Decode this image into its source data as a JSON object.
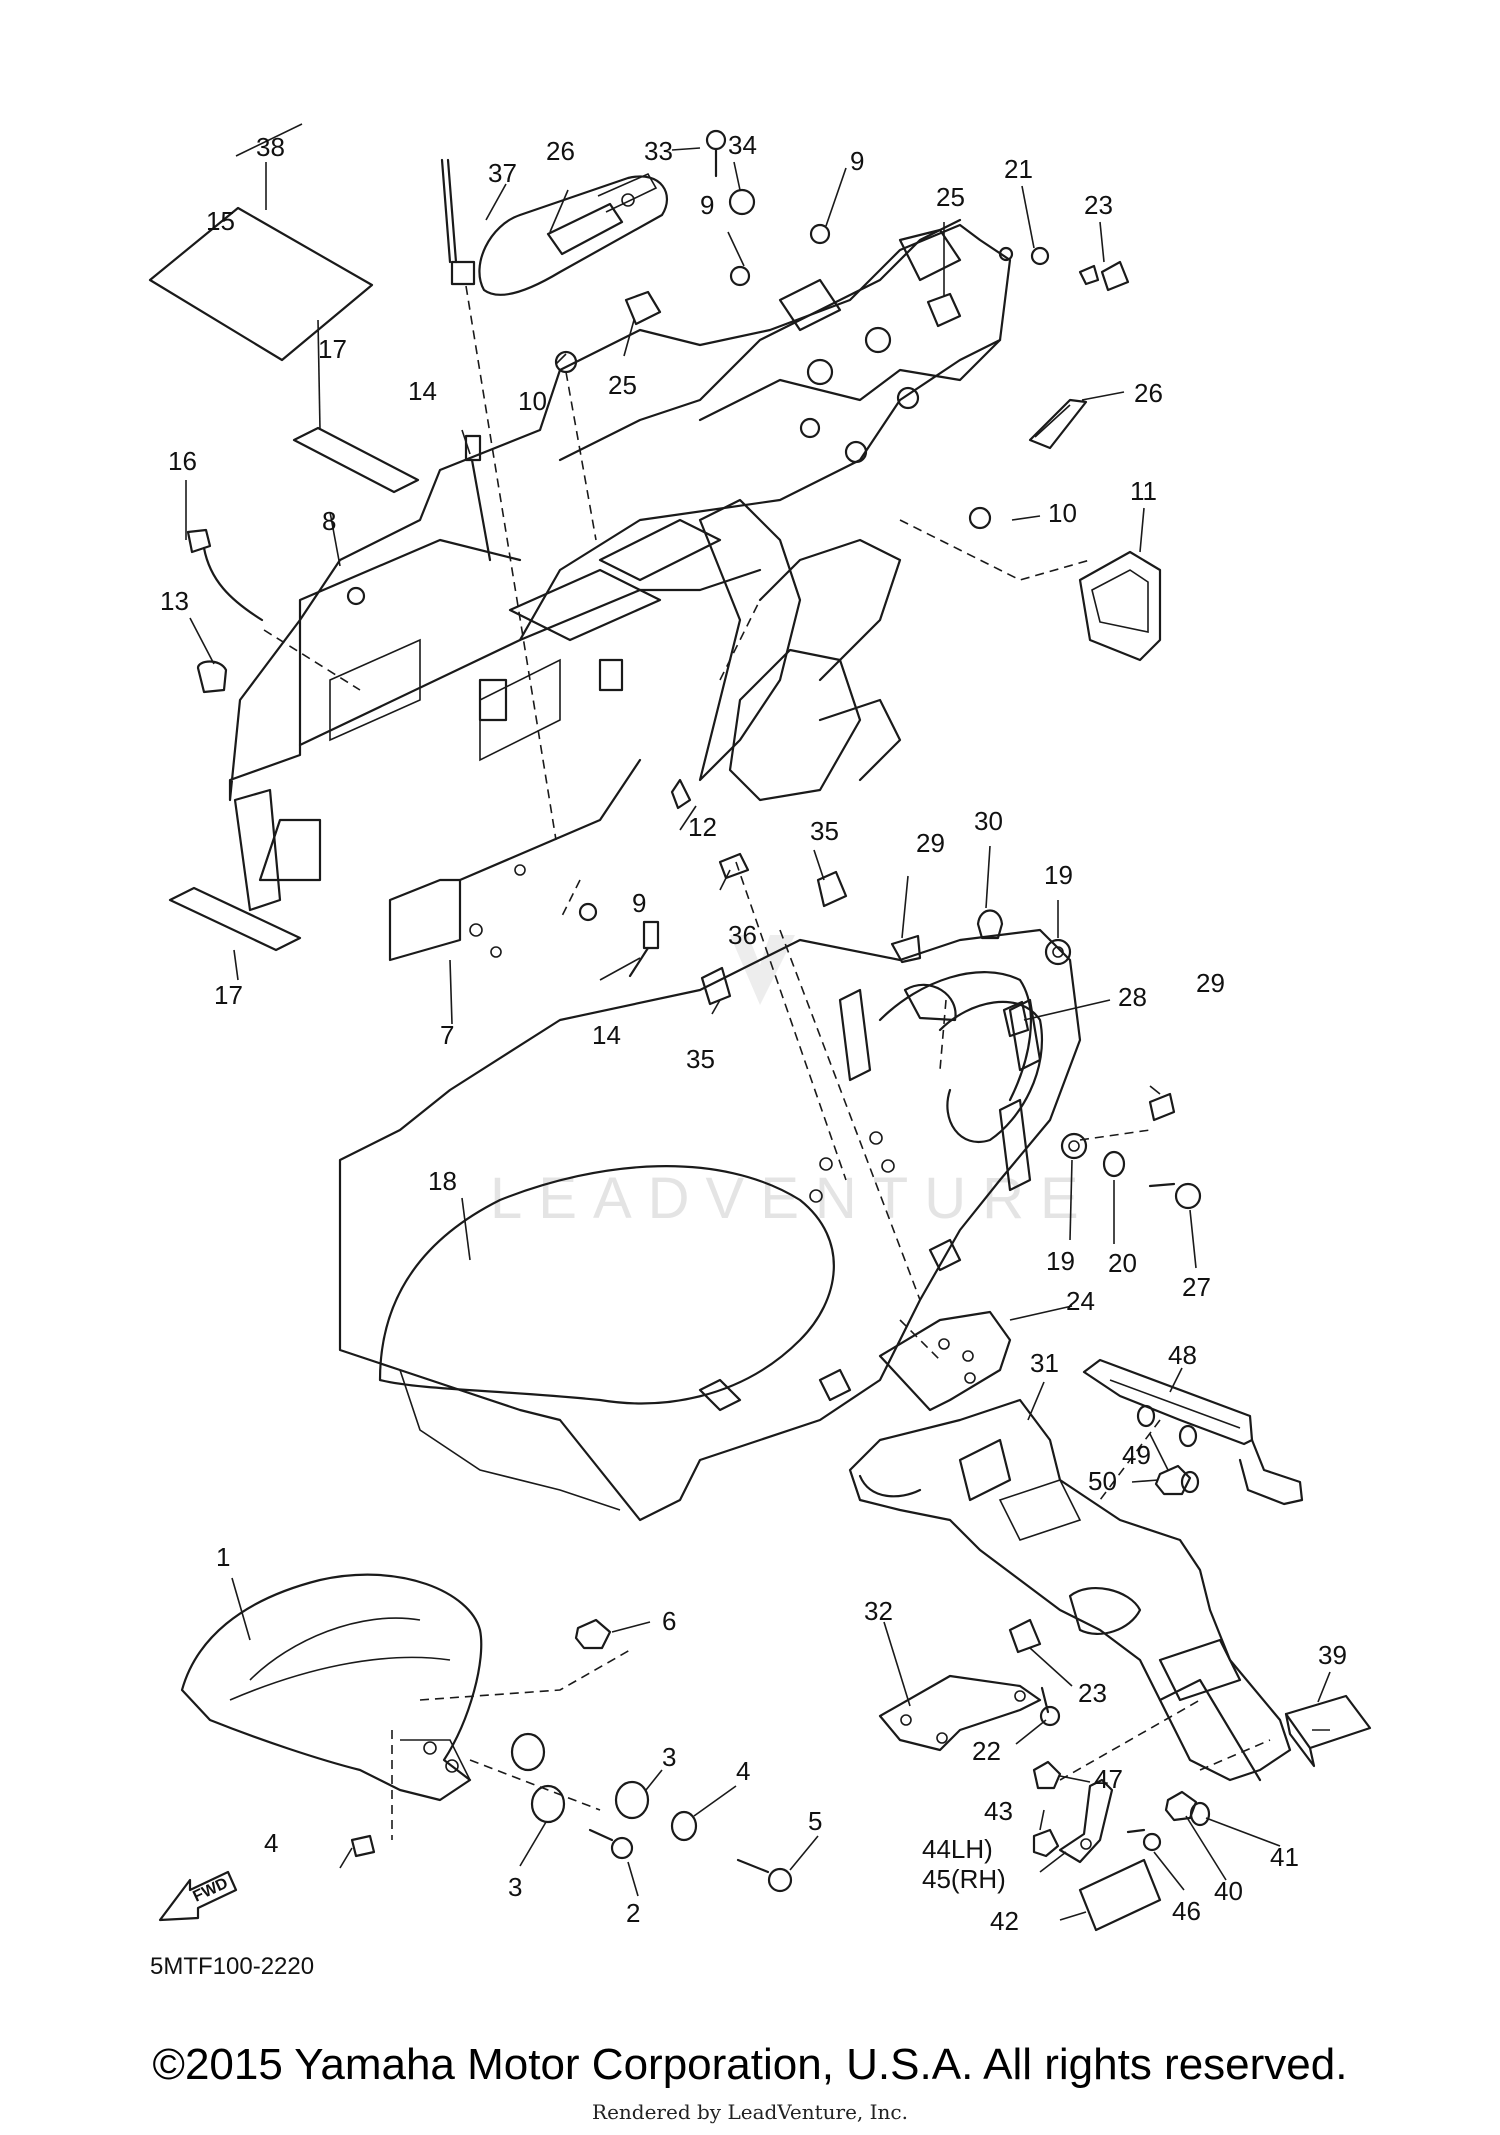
{
  "diagram": {
    "drawing_code": "5MTF100-2220",
    "watermark": "LEADVENTURE",
    "fwd_label": "FWD",
    "callouts": [
      "1",
      "2",
      "3",
      "3",
      "3",
      "4",
      "4",
      "5",
      "6",
      "7",
      "8",
      "9",
      "9",
      "9",
      "9",
      "10",
      "10",
      "11",
      "12",
      "13",
      "14",
      "14",
      "15",
      "16",
      "17",
      "17",
      "18",
      "19",
      "19",
      "20",
      "21",
      "22",
      "23",
      "23",
      "24",
      "25",
      "25",
      "26",
      "26",
      "27",
      "28",
      "29",
      "29",
      "30",
      "31",
      "32",
      "33",
      "34",
      "35",
      "35",
      "36",
      "37",
      "38",
      "39",
      "40",
      "41",
      "42",
      "43",
      "44LH)",
      "45(RH)",
      "46",
      "47",
      "48",
      "49",
      "50"
    ]
  },
  "footer": {
    "copyright": "©2015 Yamaha Motor Corporation, U.S.A. All rights reserved.",
    "rendered_by": "Rendered by LeadVenture, Inc."
  }
}
